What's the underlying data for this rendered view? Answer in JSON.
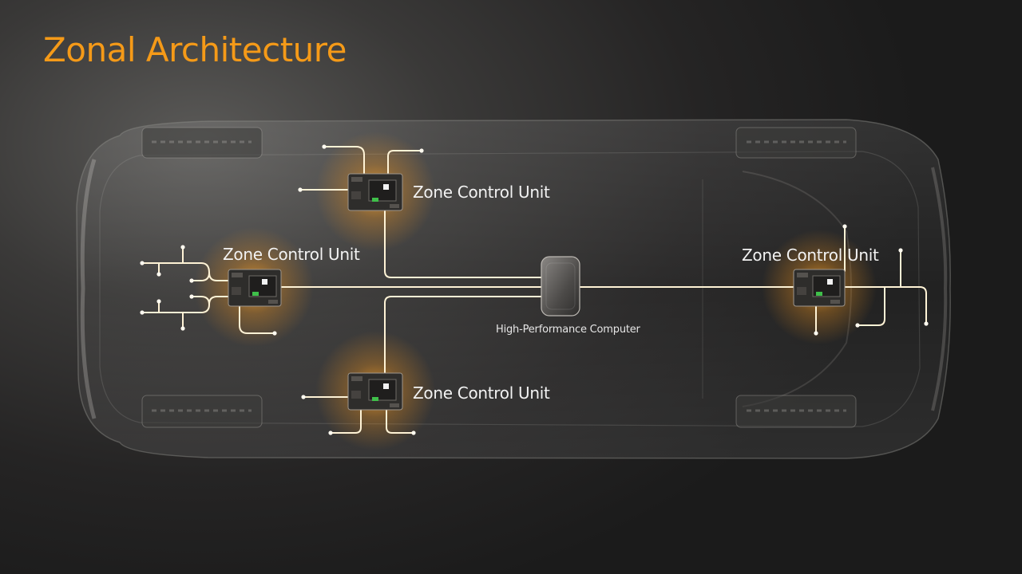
{
  "title": "Zonal Architecture",
  "colors": {
    "accent": "#f59a18",
    "wire": "#fff3d6",
    "glow": "#f7a531",
    "background": "#2a2a2a"
  },
  "nodes": {
    "hpc": {
      "label": "High-Performance Computer"
    },
    "zcu_top": {
      "label": "Zone Control Unit"
    },
    "zcu_left": {
      "label": "Zone Control Unit"
    },
    "zcu_right": {
      "label": "Zone Control Unit"
    },
    "zcu_bottom": {
      "label": "Zone Control Unit"
    }
  }
}
